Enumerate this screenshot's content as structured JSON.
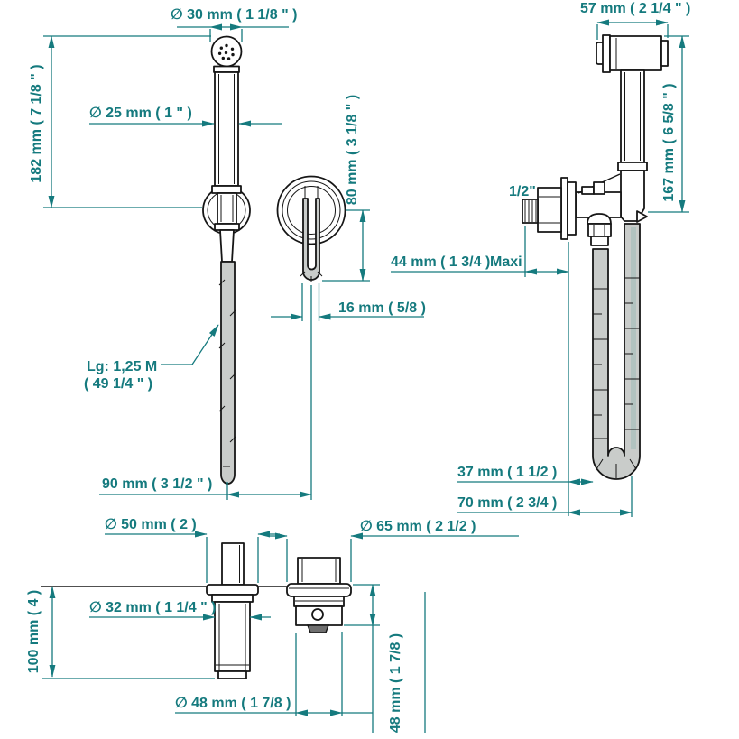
{
  "colors": {
    "dimension": "#157a7e",
    "line": "#161616",
    "hose": "#c9ccca",
    "background": "#ffffff"
  },
  "views": {
    "handshower_side": {
      "dim_head_diameter": "∅ 30 mm ( 1 1/8 \" )",
      "dim_handle_diameter": "∅ 25 mm ( 1 \" )",
      "dim_total_height": "182 mm ( 7 1/8 \" )",
      "hose_length_line1": "Lg: 1,25 M",
      "hose_length_line2": "( 49 1/4 \" )",
      "dim_tip_offset": "90 mm ( 3 1/2 \" )"
    },
    "bracket_front": {
      "dim_hook_height": "80 mm ( 3 1/8 \" )",
      "dim_hook_width": "16 mm ( 5/8 )"
    },
    "wall_mount_side": {
      "dim_head_width": "57 mm ( 2 1/4 \" )",
      "dim_height": "167 mm ( 6 5/8 \" )",
      "thread_label": "1/2\"",
      "dim_wall_thickness": "44 mm ( 1 3/4 )",
      "dim_wall_thickness_suffix": "Maxi",
      "dim_hose_offset_inner": "37 mm ( 1 1/2 )",
      "dim_hose_offset_outer": "70 mm ( 2 3/4 )"
    },
    "deck_union": {
      "dim_flange_diameter": "∅ 50 mm ( 2 )",
      "dim_body_diameter": "∅ 32 mm ( 1 1/4 \" )",
      "dim_depth": "100 mm ( 4 )"
    },
    "deck_elbow": {
      "dim_flange_diameter": "∅ 65 mm ( 2 1/2 )",
      "dim_body_diameter": "∅ 48 mm ( 1 7/8 )",
      "dim_height": "48 mm ( 1 7/8 )"
    }
  }
}
